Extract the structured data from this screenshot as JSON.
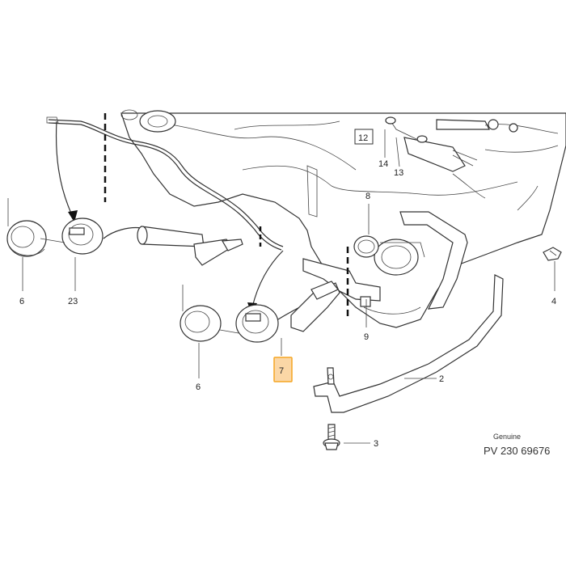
{
  "callouts": {
    "part_2": "2",
    "part_3": "3",
    "part_4": "4",
    "part_6_left": "6",
    "part_6_center": "6",
    "part_7": "7",
    "part_8": "8",
    "part_9": "9",
    "part_12": "12",
    "part_13": "13",
    "part_14": "14",
    "part_23": "23"
  },
  "highlight_color": "#f5a623",
  "watermark": {
    "line1": "Genuine",
    "line2": "PV 230 69676"
  }
}
